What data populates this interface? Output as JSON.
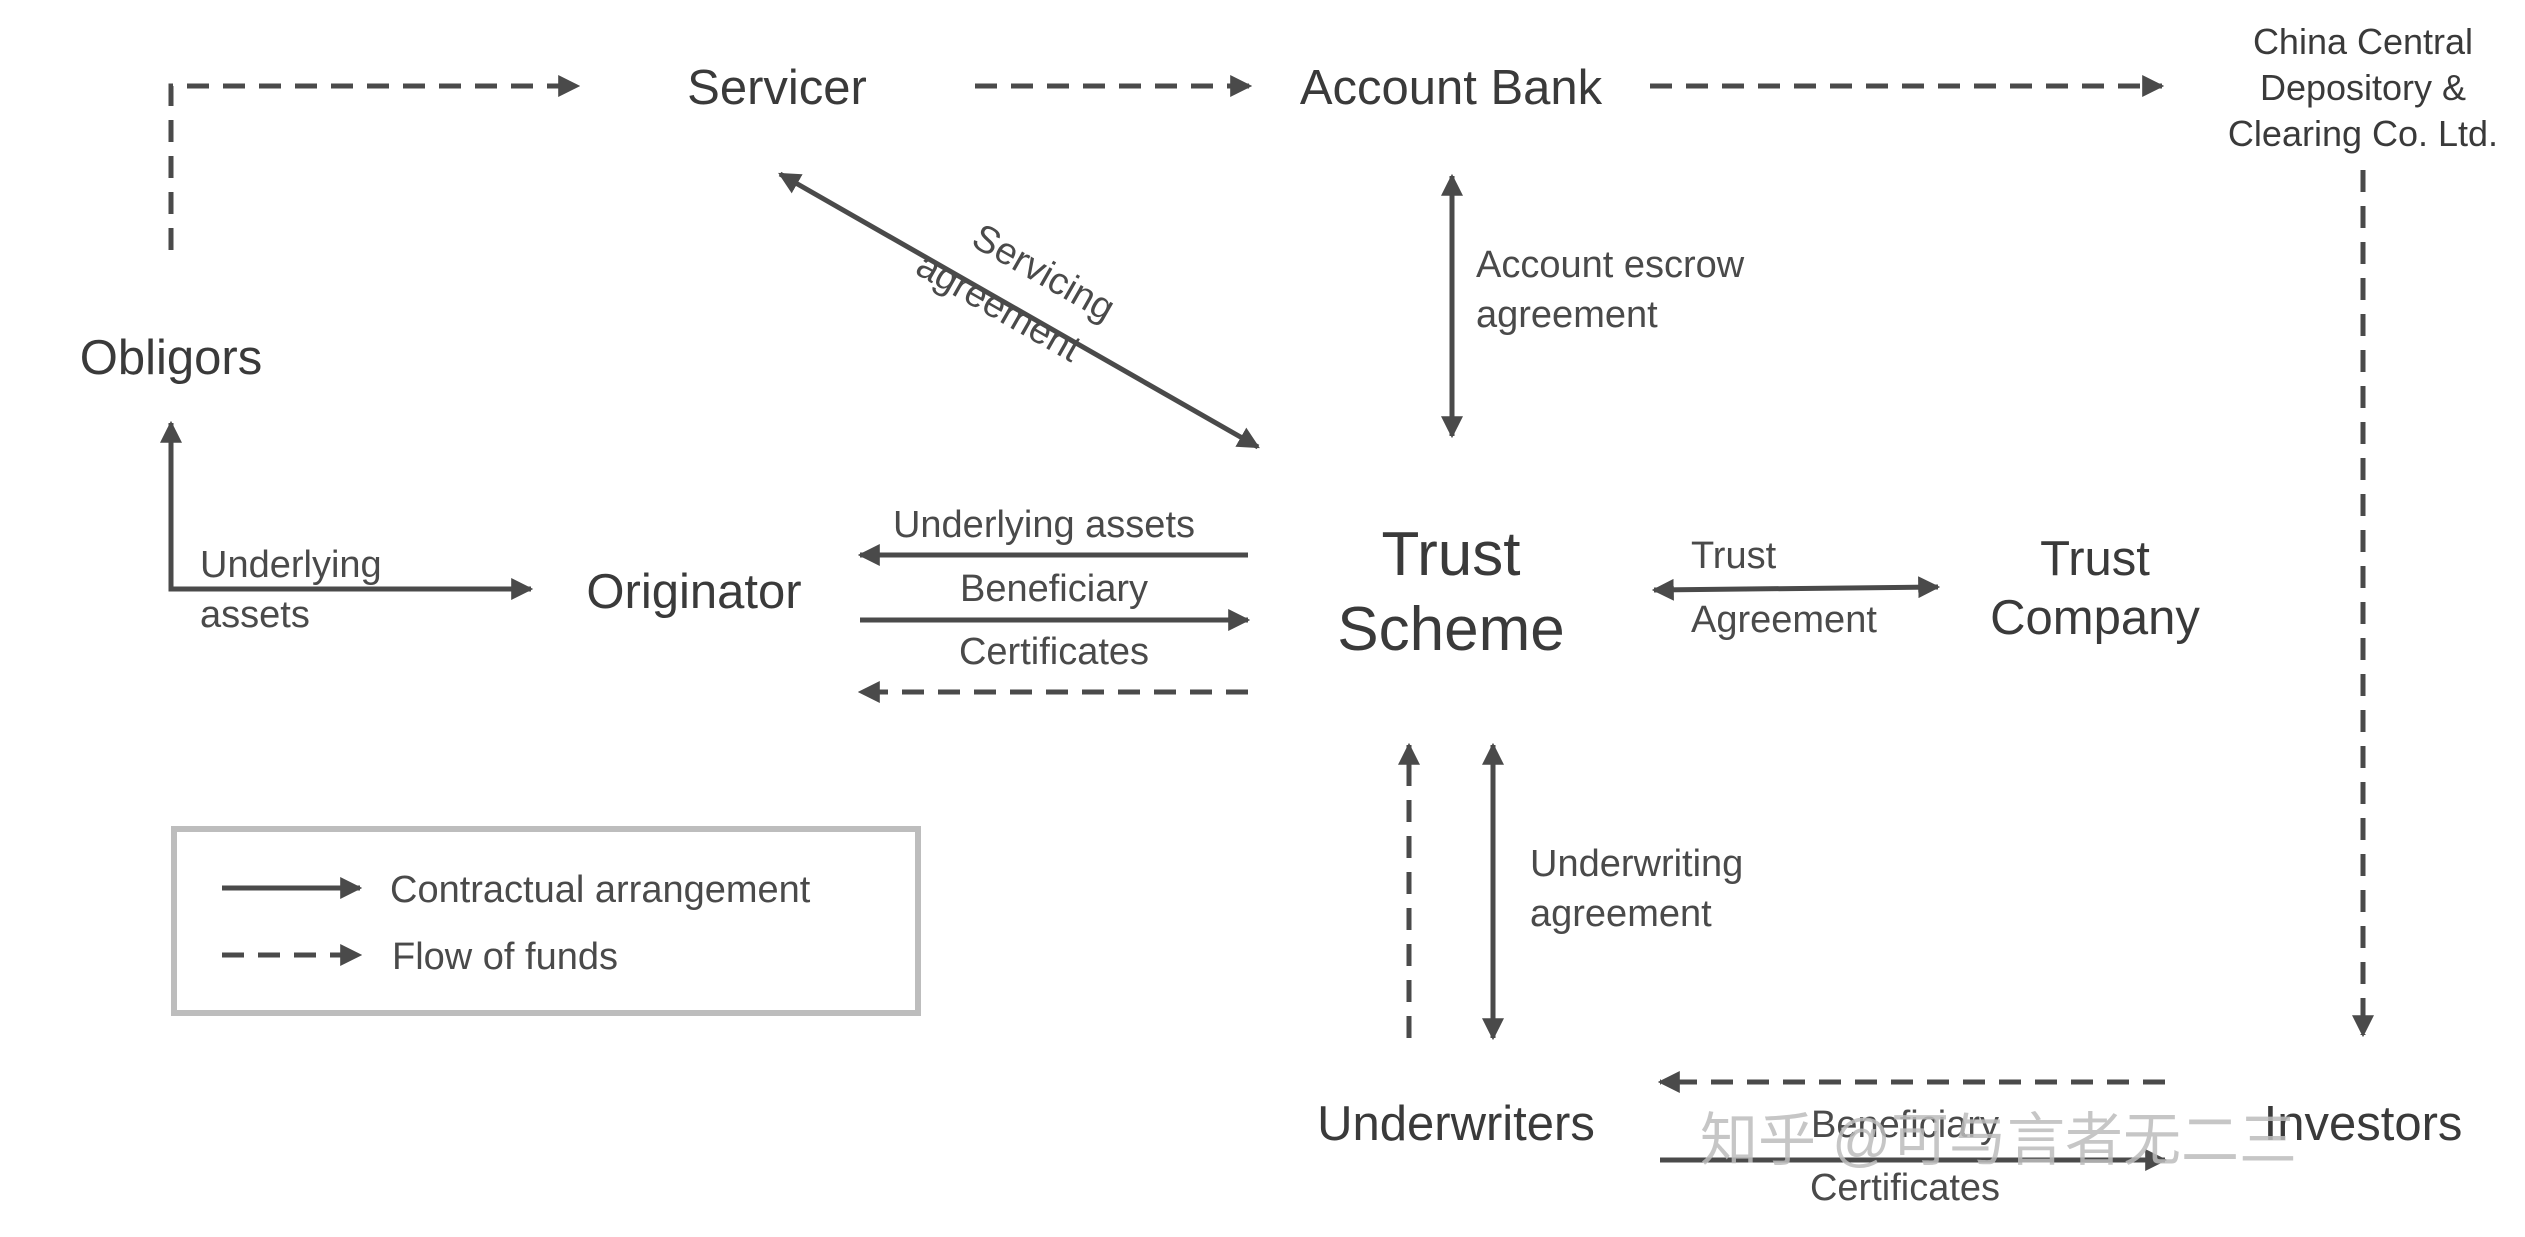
{
  "nodes": {
    "servicer": "Servicer",
    "account_bank": "Account Bank",
    "ccdc_line1": "China Central",
    "ccdc_line2": "Depository &",
    "ccdc_line3": "Clearing Co. Ltd.",
    "obligors": "Obligors",
    "originator": "Originator",
    "trust_scheme_line1": "Trust",
    "trust_scheme_line2": "Scheme",
    "trust_company_line1": "Trust",
    "trust_company_line2": "Company",
    "underwriters": "Underwriters",
    "investors": "Investors"
  },
  "labels": {
    "servicing_line1": "Servicing",
    "servicing_line2": "agreement",
    "account_escrow_line1": "Account escrow",
    "account_escrow_line2": "agreement",
    "underlying_line1": "Underlying",
    "underlying_line2": "assets",
    "underlying_assets": "Underlying assets",
    "beneficiary": "Beneficiary",
    "certificates": "Certificates",
    "trust_agreement_line1": "Trust",
    "trust_agreement_line2": "Agreement",
    "underwriting_line1": "Underwriting",
    "underwriting_line2": "agreement",
    "inv_beneficiary": "Beneficiary",
    "inv_certificates": "Certificates"
  },
  "legend": {
    "contractual": "Contractual arrangement",
    "funds": "Flow of funds"
  },
  "watermark": "知乎 @可与言者无二三"
}
